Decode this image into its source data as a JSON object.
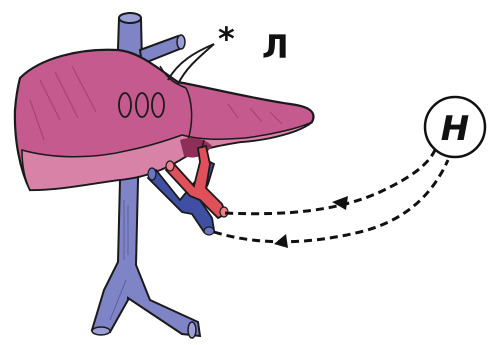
{
  "labels": {
    "asterisk": "*",
    "liver_letter": "Л",
    "node_letter": "Н"
  },
  "colors": {
    "liver": "#c45a8e",
    "liver_shade": "#a8456f",
    "liver_light": "#d882a8",
    "vein": "#7f84c6",
    "vein_dark": "#3f4fa3",
    "artery": "#e0505a",
    "outline": "#1a1a1a",
    "arrow": "#111111"
  },
  "icons": {
    "node": "circle-node",
    "arrows": "dashed-arrow"
  }
}
